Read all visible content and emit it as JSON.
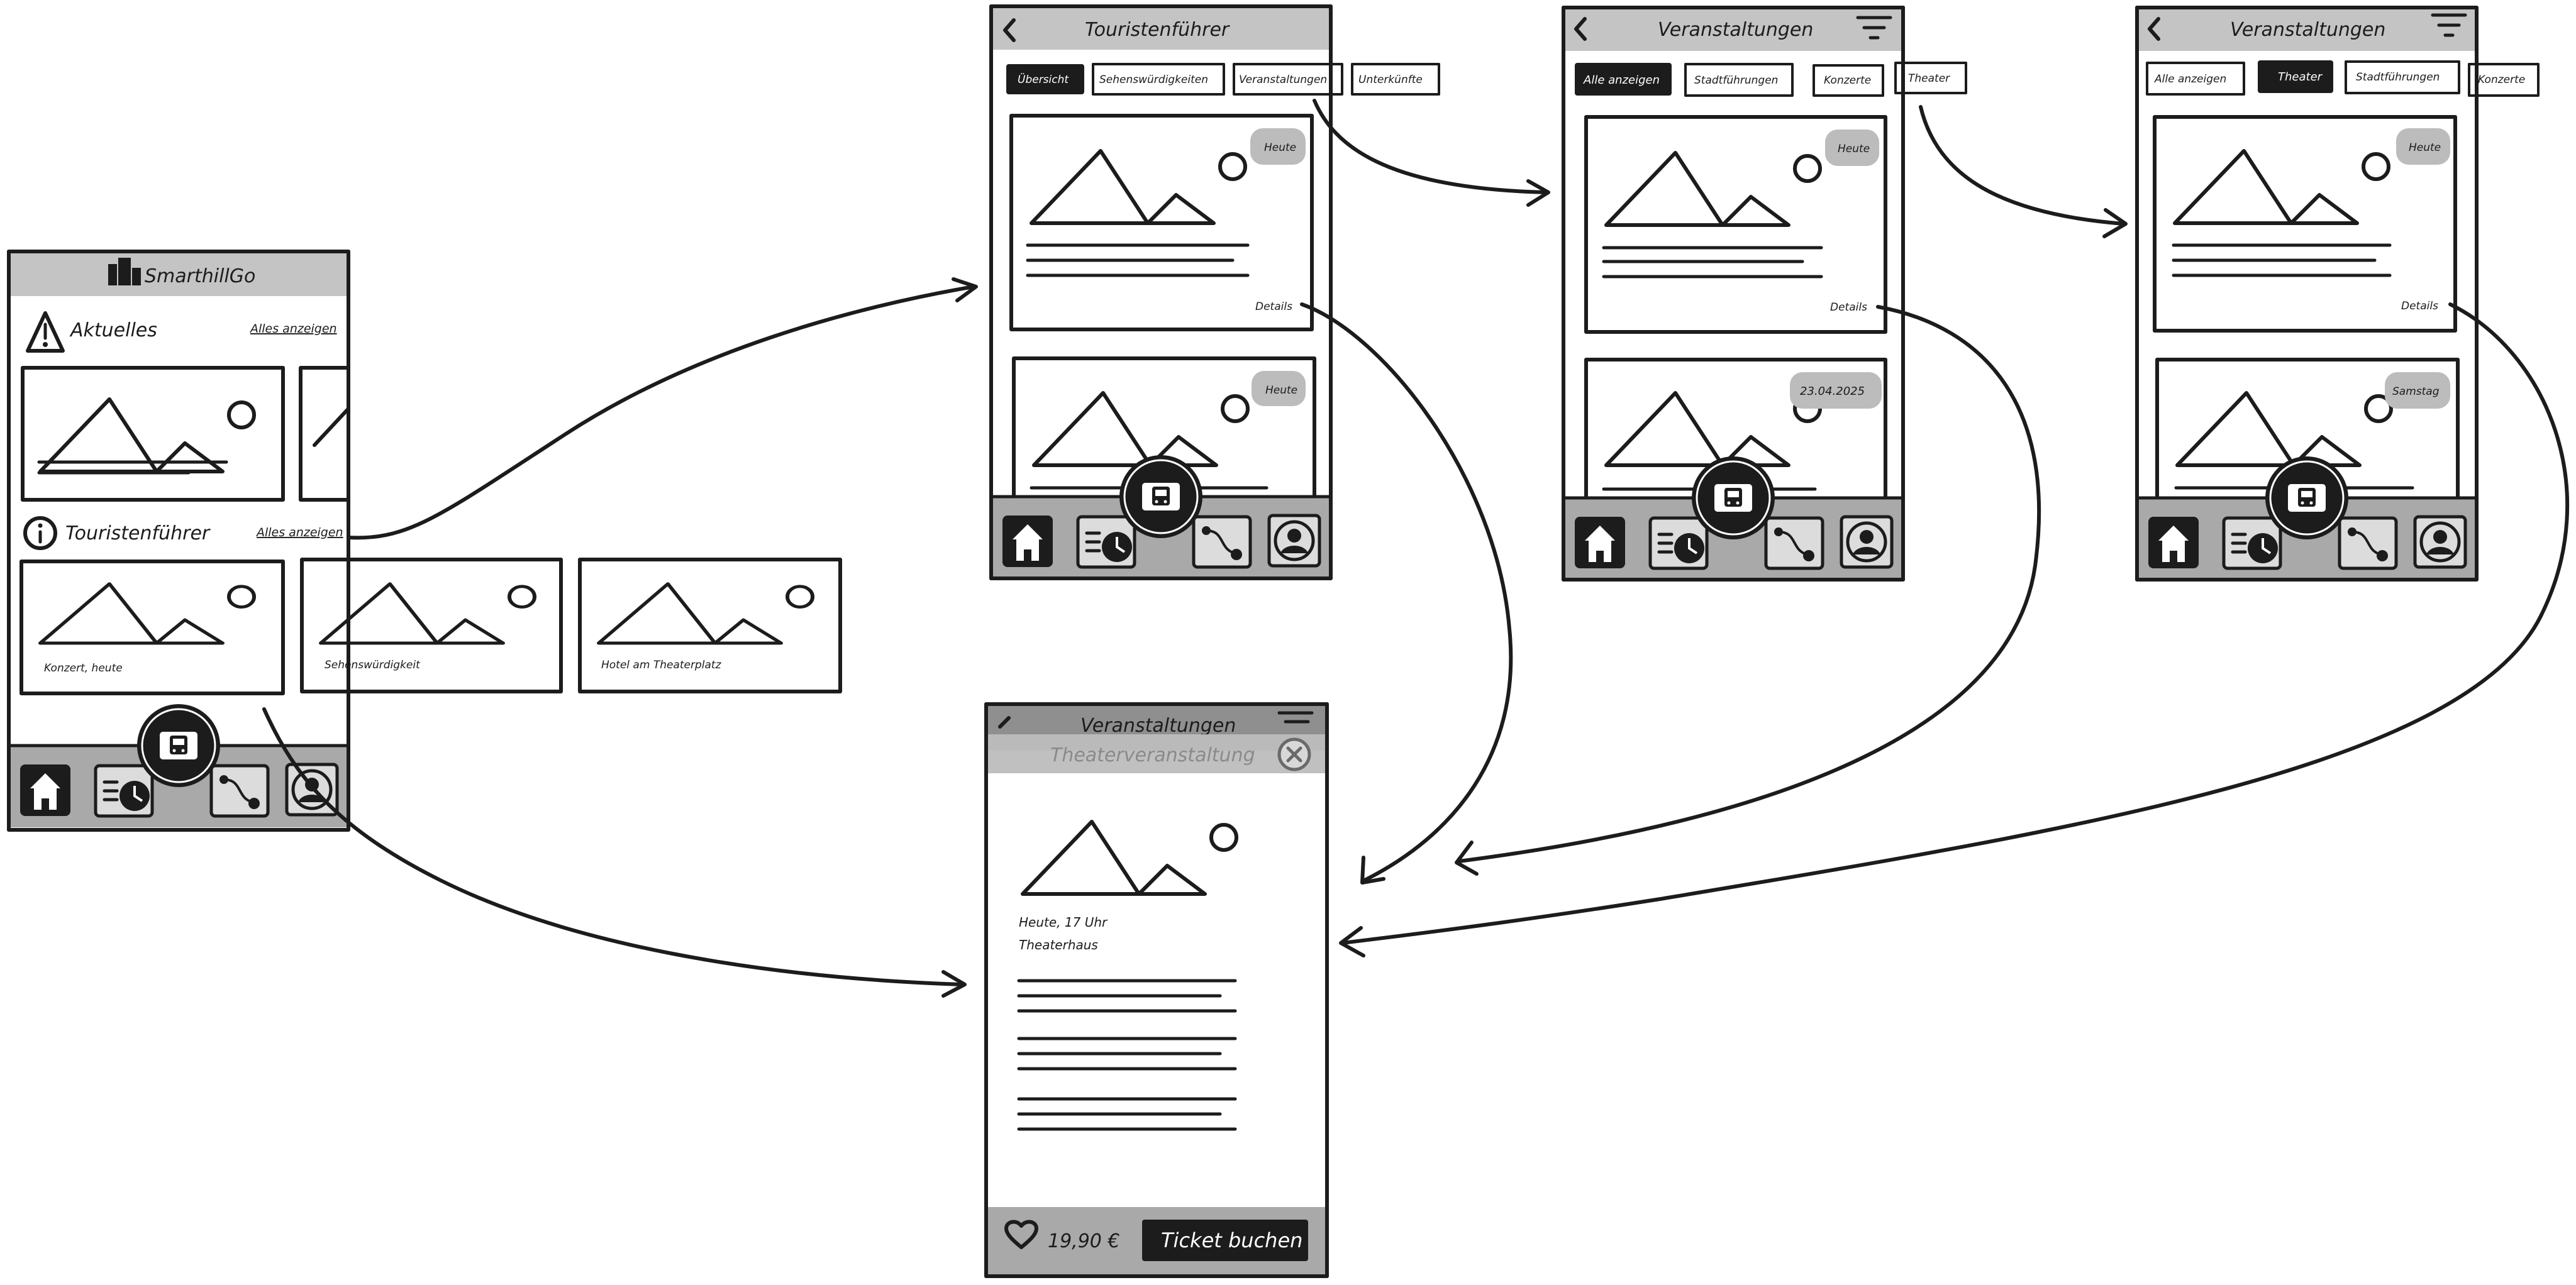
{
  "colors": {
    "ink": "#1c1c1c",
    "bar": "#c4c4c4",
    "nav": "#a9a9a9",
    "badge": "#bcbcbc",
    "paper": "#ffffff"
  },
  "home": {
    "title": "SmarthillGo",
    "news_title": "Aktuelles",
    "news_link": "Alles anzeigen",
    "guide_title": "Touristenführer",
    "guide_link": "Alles anzeigen",
    "cards": [
      "Konzert, heute",
      "Sehenswürdigkeit",
      "Hotel am Theaterplatz"
    ]
  },
  "guide": {
    "title": "Touristenführer",
    "tabs": [
      "Übersicht",
      "Sehenswürdigkeiten",
      "Veranstaltungen",
      "Unterkünfte"
    ],
    "badges": [
      "Heute",
      "Heute"
    ],
    "details": "Details"
  },
  "events_all": {
    "title": "Veranstaltungen",
    "tabs": [
      "Alle anzeigen",
      "Stadtführungen",
      "Konzerte",
      "Theater"
    ],
    "badges": [
      "Heute",
      "23.04.2025"
    ],
    "details": "Details"
  },
  "events_theater": {
    "title": "Veranstaltungen",
    "tabs": [
      "Alle anzeigen",
      "Theater",
      "Stadtführungen",
      "Konzerte"
    ],
    "badges": [
      "Heute",
      "Samstag"
    ],
    "details": "Details"
  },
  "detail": {
    "header": "Veranstaltungen",
    "subtitle": "Theaterveranstaltung",
    "when": "Heute, 17 Uhr",
    "where": "Theaterhaus",
    "price": "19,90 €",
    "book": "Ticket buchen"
  }
}
